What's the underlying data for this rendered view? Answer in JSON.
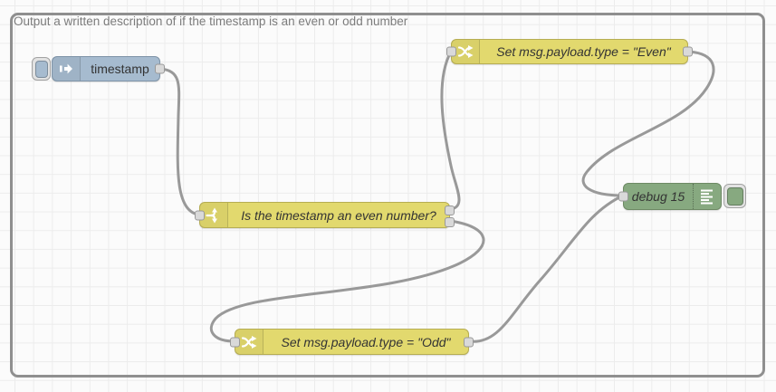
{
  "colors": {
    "canvas-bg": "#fbfbfb",
    "grid-line": "#ececec",
    "canvas-border": "#8f8f8f",
    "wire": "#999999",
    "port-fill": "#d9d9d9",
    "port-border": "#999999",
    "inject-fill": "#a6bbcf",
    "inject-border": "#7e93a7",
    "function-fill": "#e2d96e",
    "function-border": "#b6ad53",
    "debug-fill": "#87a980",
    "debug-border": "#6e8a65",
    "label-text": "#333333",
    "comment-text": "#7c7c7c"
  },
  "comment": "Output a written description of if the timestamp is an even or odd number",
  "nodes": {
    "inject": {
      "label": "timestamp",
      "type": "inject"
    },
    "switch": {
      "label": "Is the timestamp an even number?",
      "type": "switch"
    },
    "change_even": {
      "label": "Set msg.payload.type = \"Even\"",
      "type": "change"
    },
    "change_odd": {
      "label": "Set msg.payload.type = \"Odd\"",
      "type": "change"
    },
    "debug": {
      "label": "debug 15",
      "type": "debug"
    }
  }
}
